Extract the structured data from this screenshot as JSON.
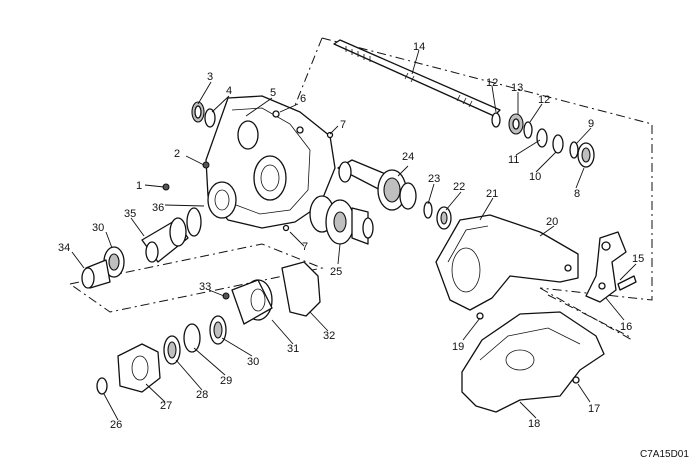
{
  "figure_code": "C7A15D01",
  "part_labels": [
    "1",
    "2",
    "3",
    "4",
    "5",
    "6",
    "7",
    "7",
    "8",
    "9",
    "10",
    "11",
    "12",
    "12",
    "13",
    "14",
    "15",
    "16",
    "17",
    "18",
    "19",
    "20",
    "21",
    "22",
    "23",
    "24",
    "25",
    "26",
    "27",
    "28",
    "29",
    "30",
    "30",
    "31",
    "32",
    "33",
    "34",
    "35",
    "36"
  ]
}
